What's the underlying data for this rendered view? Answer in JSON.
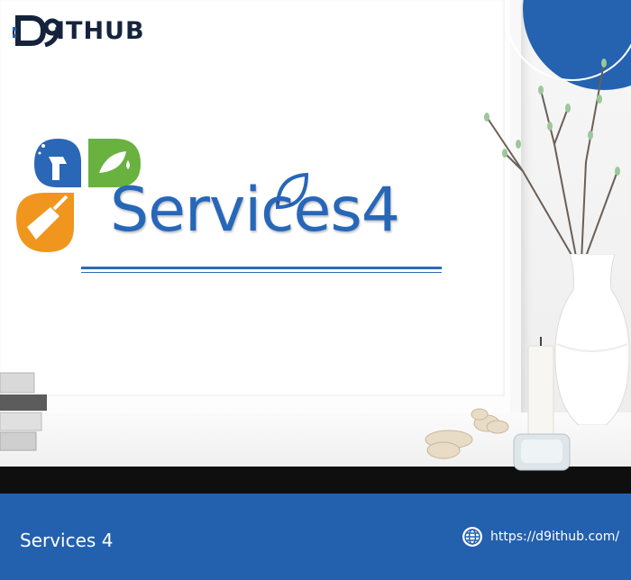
{
  "brand": {
    "name": "ITHUB",
    "logo_letters": "D9",
    "icon": "d9ithub-logo-icon"
  },
  "logo": {
    "title": "Services4",
    "icons": [
      "spray-bottle-icon",
      "leaf-water-drop-icon",
      "broom-icon",
      "leaf-shape-icon"
    ]
  },
  "footer": {
    "title": "Services 4",
    "url": "https://d9ithub.com/",
    "link_icon": "globe-icon"
  },
  "colors": {
    "primary_blue": "#2360ae",
    "logo_blue": "#2767b8",
    "brand_dark": "#16233d",
    "orange": "#f0961e",
    "green": "#6ab23f"
  }
}
